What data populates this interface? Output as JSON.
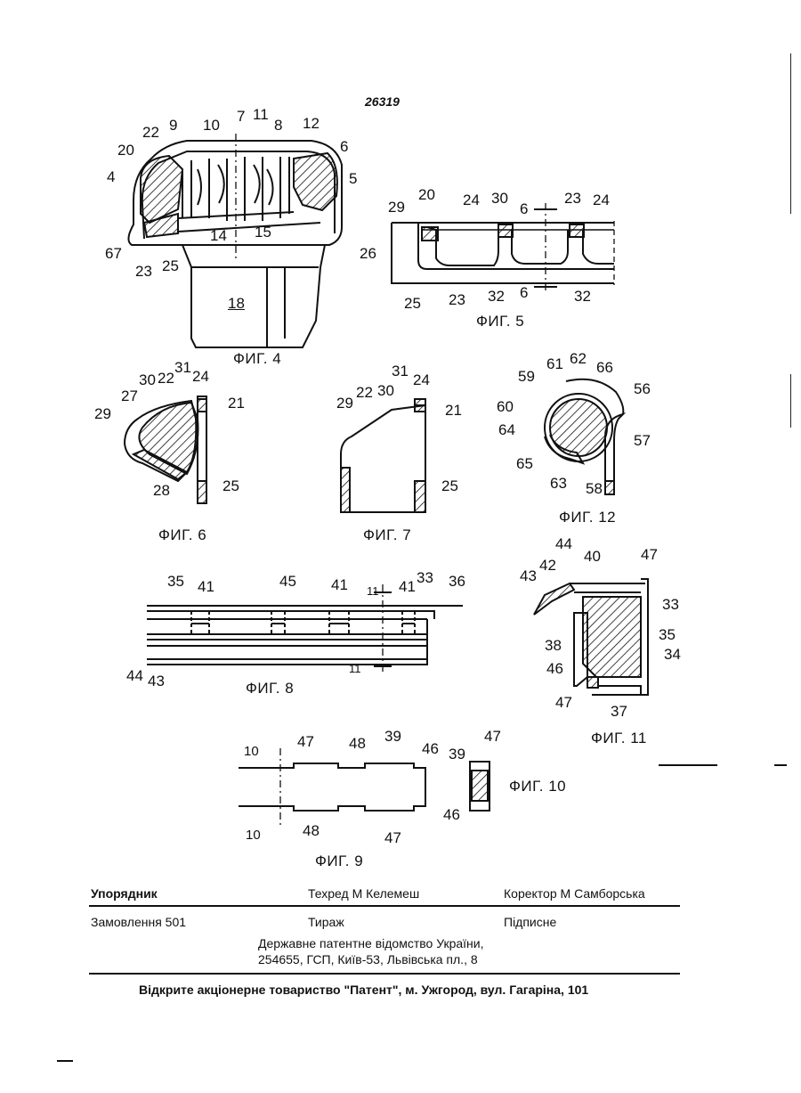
{
  "doc_number": "26319",
  "figures": {
    "fig4": {
      "caption": "ФИГ. 4",
      "labels": [
        "22",
        "9",
        "10",
        "7",
        "11",
        "8",
        "12",
        "20",
        "6",
        "4",
        "5",
        "67",
        "14",
        "15",
        "23",
        "25",
        "18"
      ]
    },
    "fig5": {
      "caption": "ФИГ. 5",
      "labels": [
        "20",
        "24",
        "30",
        "6",
        "23",
        "24",
        "29",
        "26",
        "25",
        "23",
        "32",
        "6",
        "32"
      ]
    },
    "fig6": {
      "caption": "ФИГ. 6",
      "labels": [
        "31",
        "30",
        "22",
        "24",
        "27",
        "21",
        "29",
        "28",
        "25"
      ]
    },
    "fig7": {
      "caption": "ФИГ. 7",
      "labels": [
        "31",
        "22",
        "30",
        "24",
        "29",
        "21",
        "25"
      ]
    },
    "fig8": {
      "caption": "ФИГ. 8",
      "labels": [
        "35",
        "41",
        "45",
        "41",
        "41",
        "33",
        "36",
        "11",
        "11",
        "44",
        "43"
      ]
    },
    "fig9": {
      "caption": "ФИГ. 9",
      "labels": [
        "10",
        "47",
        "48",
        "39",
        "46",
        "10",
        "48",
        "47"
      ]
    },
    "fig10": {
      "caption": "ФИГ. 10",
      "labels": [
        "39",
        "47",
        "46"
      ]
    },
    "fig11": {
      "caption": "ФИГ. 11",
      "labels": [
        "44",
        "42",
        "40",
        "47",
        "43",
        "33",
        "35",
        "38",
        "34",
        "46",
        "47",
        "37"
      ]
    },
    "fig12": {
      "caption": "ФИГ. 12",
      "labels": [
        "61",
        "62",
        "66",
        "59",
        "56",
        "60",
        "64",
        "57",
        "65",
        "63",
        "58"
      ]
    }
  },
  "footer": {
    "compiler": "Упорядник",
    "tech_editor": "Техред М  Келемеш",
    "proofreader": "Коректор М Самборська",
    "order": "Замовлення 501",
    "print_run": "Тираж",
    "subscription": "Підписне",
    "office_line1": "Державне патентне відомство України,",
    "office_line2": "254655, ГСП, Київ-53, Львівська пл., 8",
    "publisher": "Відкрите акціонерне товариство \"Патент\", м. Ужгород, вул. Гагаріна, 101"
  }
}
